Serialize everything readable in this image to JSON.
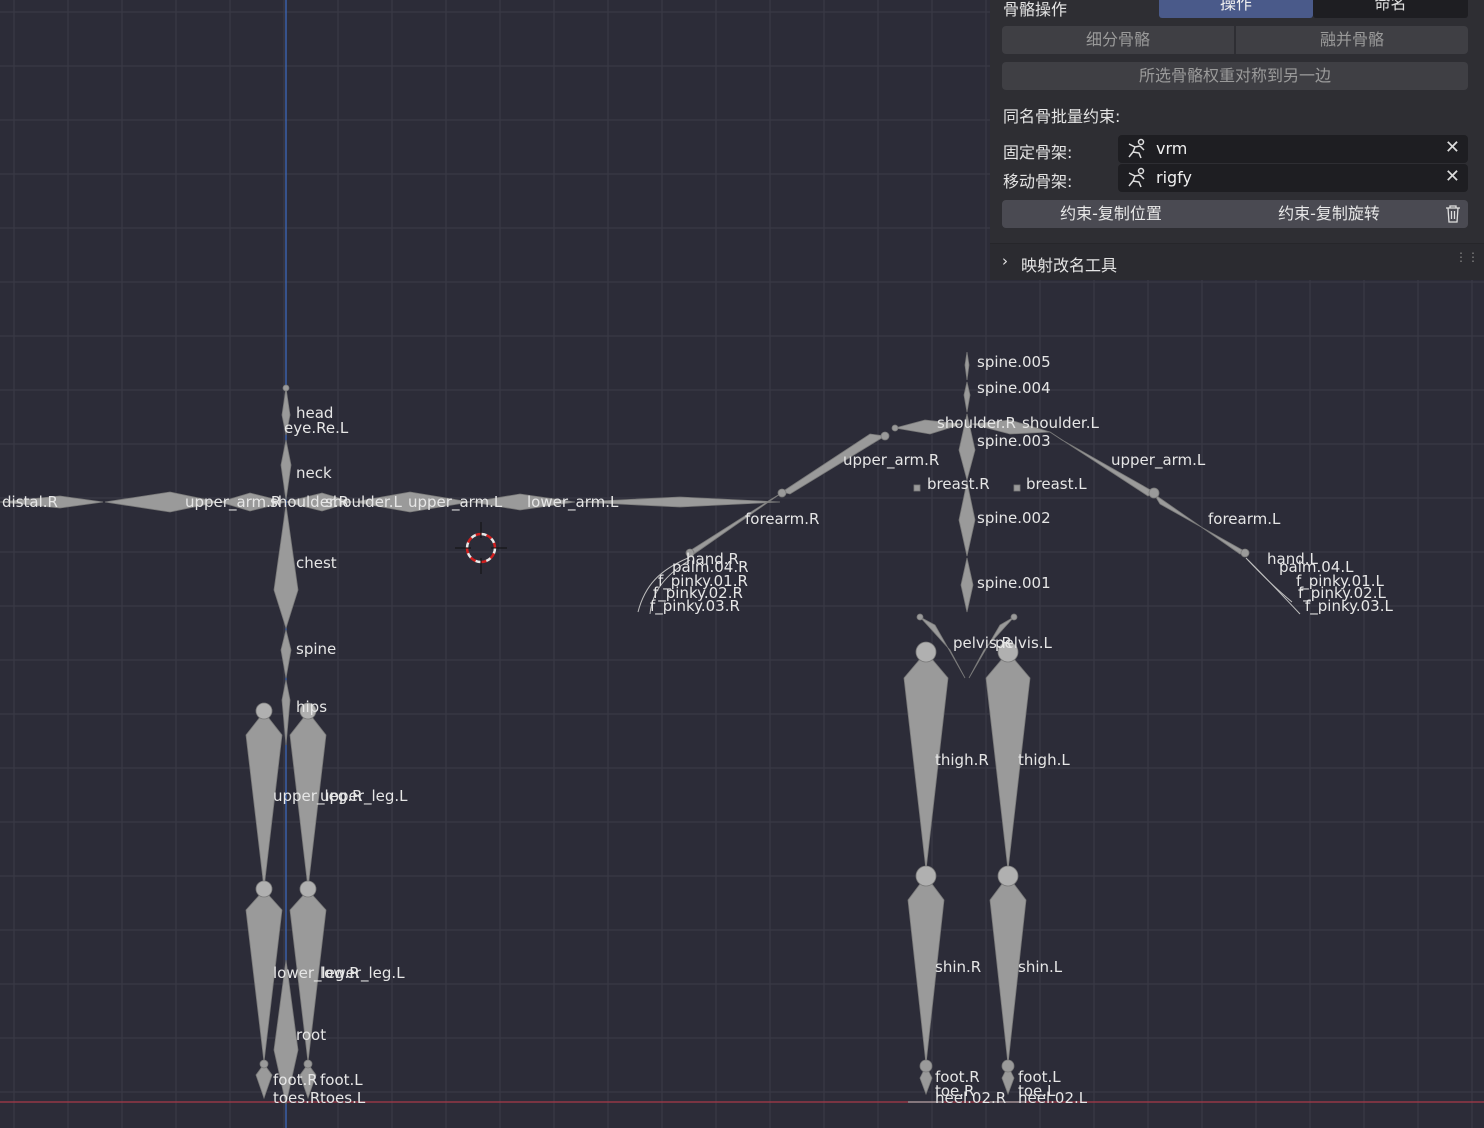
{
  "panel": {
    "header_label": "骨骼操作",
    "tab_operation": "操作",
    "tab_naming": "命名",
    "subdivide_bone": "细分骨骼",
    "merge_bone": "融并骨骼",
    "symmetrize_weights": "所选骨骼权重对称到另一边",
    "batch_constraint_label": "同名骨批量约束:",
    "fixed_armature_label": "固定骨架:",
    "fixed_armature_value": "vrm",
    "moving_armature_label": "移动骨架:",
    "moving_armature_value": "rigfy",
    "copy_location": "约束-复制位置",
    "copy_rotation": "约束-复制旋转",
    "mapping_rename_tool": "映射改名工具"
  },
  "colors": {
    "background": "#2c2c38",
    "grid": "#3b3b47",
    "bone": "#9a9a9a",
    "z_axis": "#3d6cc4",
    "x_axis": "#a83a48",
    "cursor": "#d02020"
  },
  "armature_vrm": {
    "labels": [
      "head",
      "eye.Re.L",
      "neck",
      "upper_arm.R",
      "shoulder.R",
      "shoulder.L",
      "upper_arm.L",
      "lower_arm.L",
      "distal.R",
      "chest",
      "spine",
      "hips",
      "upper_leg.R",
      "upper_leg.L",
      "lower_leg.R",
      "lower_leg.L",
      "root",
      "foot.R",
      "foot.L",
      "toes.R",
      "toes.L"
    ]
  },
  "armature_rigify": {
    "labels": [
      "spine.005",
      "spine.004",
      "shoulder.R",
      "shoulder.L",
      "spine.003",
      "upper_arm.R",
      "upper_arm.L",
      "breast.R",
      "breast.L",
      "spine.002",
      "forearm.R",
      "forearm.L",
      "spine.001",
      "pelvis.R",
      "pelvis.L",
      "thigh.R",
      "thigh.L",
      "shin.R",
      "shin.L",
      "foot.R",
      "foot.L",
      "toe.R",
      "toe.L",
      "heel.02.R",
      "heel.02.L",
      "hand.R",
      "palm.04.R",
      "f_pinky.01.R",
      "f_pinky.02.R",
      "f_pinky.03.R",
      "hand.L",
      "palm.04.L",
      "f_pinky.01.L",
      "f_pinky.02.L",
      "f_pinky.03.L"
    ]
  }
}
